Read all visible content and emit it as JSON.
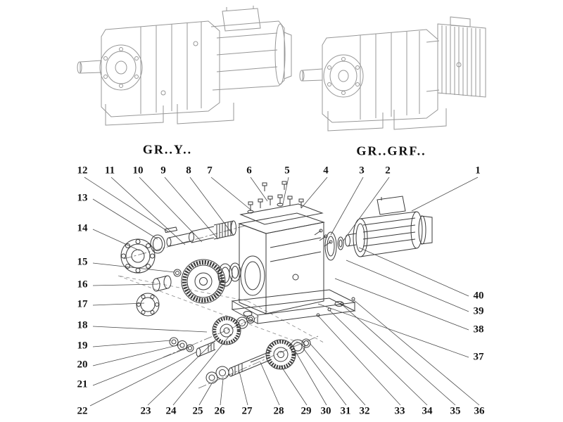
{
  "page": {
    "background": "#ffffff"
  },
  "views": {
    "left_model_label": "GR..Y..",
    "right_model_label": "GR..GRF.."
  },
  "callouts": [
    "1",
    "2",
    "3",
    "4",
    "5",
    "6",
    "7",
    "8",
    "9",
    "10",
    "11",
    "12",
    "13",
    "14",
    "15",
    "16",
    "17",
    "18",
    "19",
    "20",
    "21",
    "22",
    "23",
    "24",
    "25",
    "26",
    "27",
    "28",
    "29",
    "30",
    "31",
    "32",
    "33",
    "34",
    "35",
    "36",
    "37",
    "38",
    "39",
    "40"
  ],
  "colors": {
    "line_light": "#979797",
    "line_dark": "#3a3a3a",
    "leader": "#4a4a4a",
    "text": "#141414"
  }
}
